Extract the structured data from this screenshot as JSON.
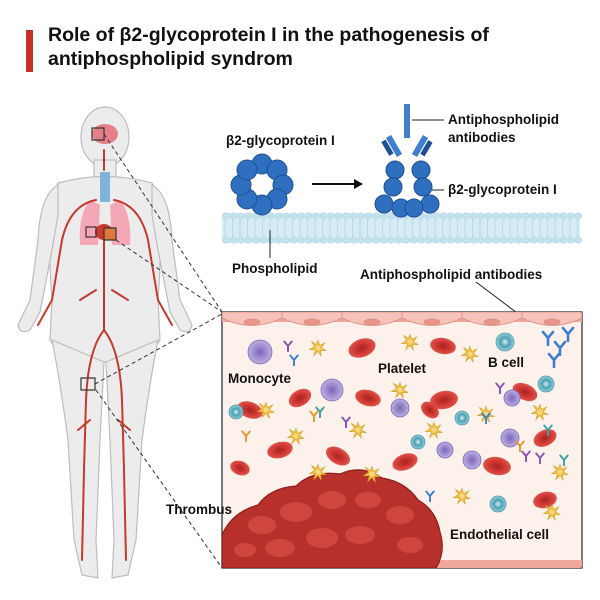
{
  "title": {
    "line1": "Role of β2-glycoprotein I in the pathogenesis of",
    "line2": "antiphospholipid syndrom"
  },
  "labels": {
    "b2gpi_left": "β2-glycoprotein I",
    "antibodies_top_line1": "Antiphospholipid",
    "antibodies_top_line2": "antibodies",
    "b2gpi_right": "β2-glycoprotein I",
    "phospholipid": "Phospholipid",
    "antibodies_mid": "Antiphospholipid antibodies",
    "monocyte": "Monocyte",
    "platelet": "Platelet",
    "b_cell": "B cell",
    "thrombus": "Thrombus",
    "endothelial": "Endothelial cell"
  },
  "colors": {
    "accent_bar": "#c62f2b",
    "protein_blue": "#2f6fc0",
    "antibody_blue": "#3f7fd0",
    "vessel_red": "#c43a2c",
    "rbc": "#d23a35",
    "thrombus": "#b8302c",
    "platelet": "#f2c24a",
    "monocyte": "#9e8ed0",
    "bcell": "#8ccad4",
    "endothelium": "#f3b8b0",
    "blood_bg": "#fdf1ec"
  }
}
